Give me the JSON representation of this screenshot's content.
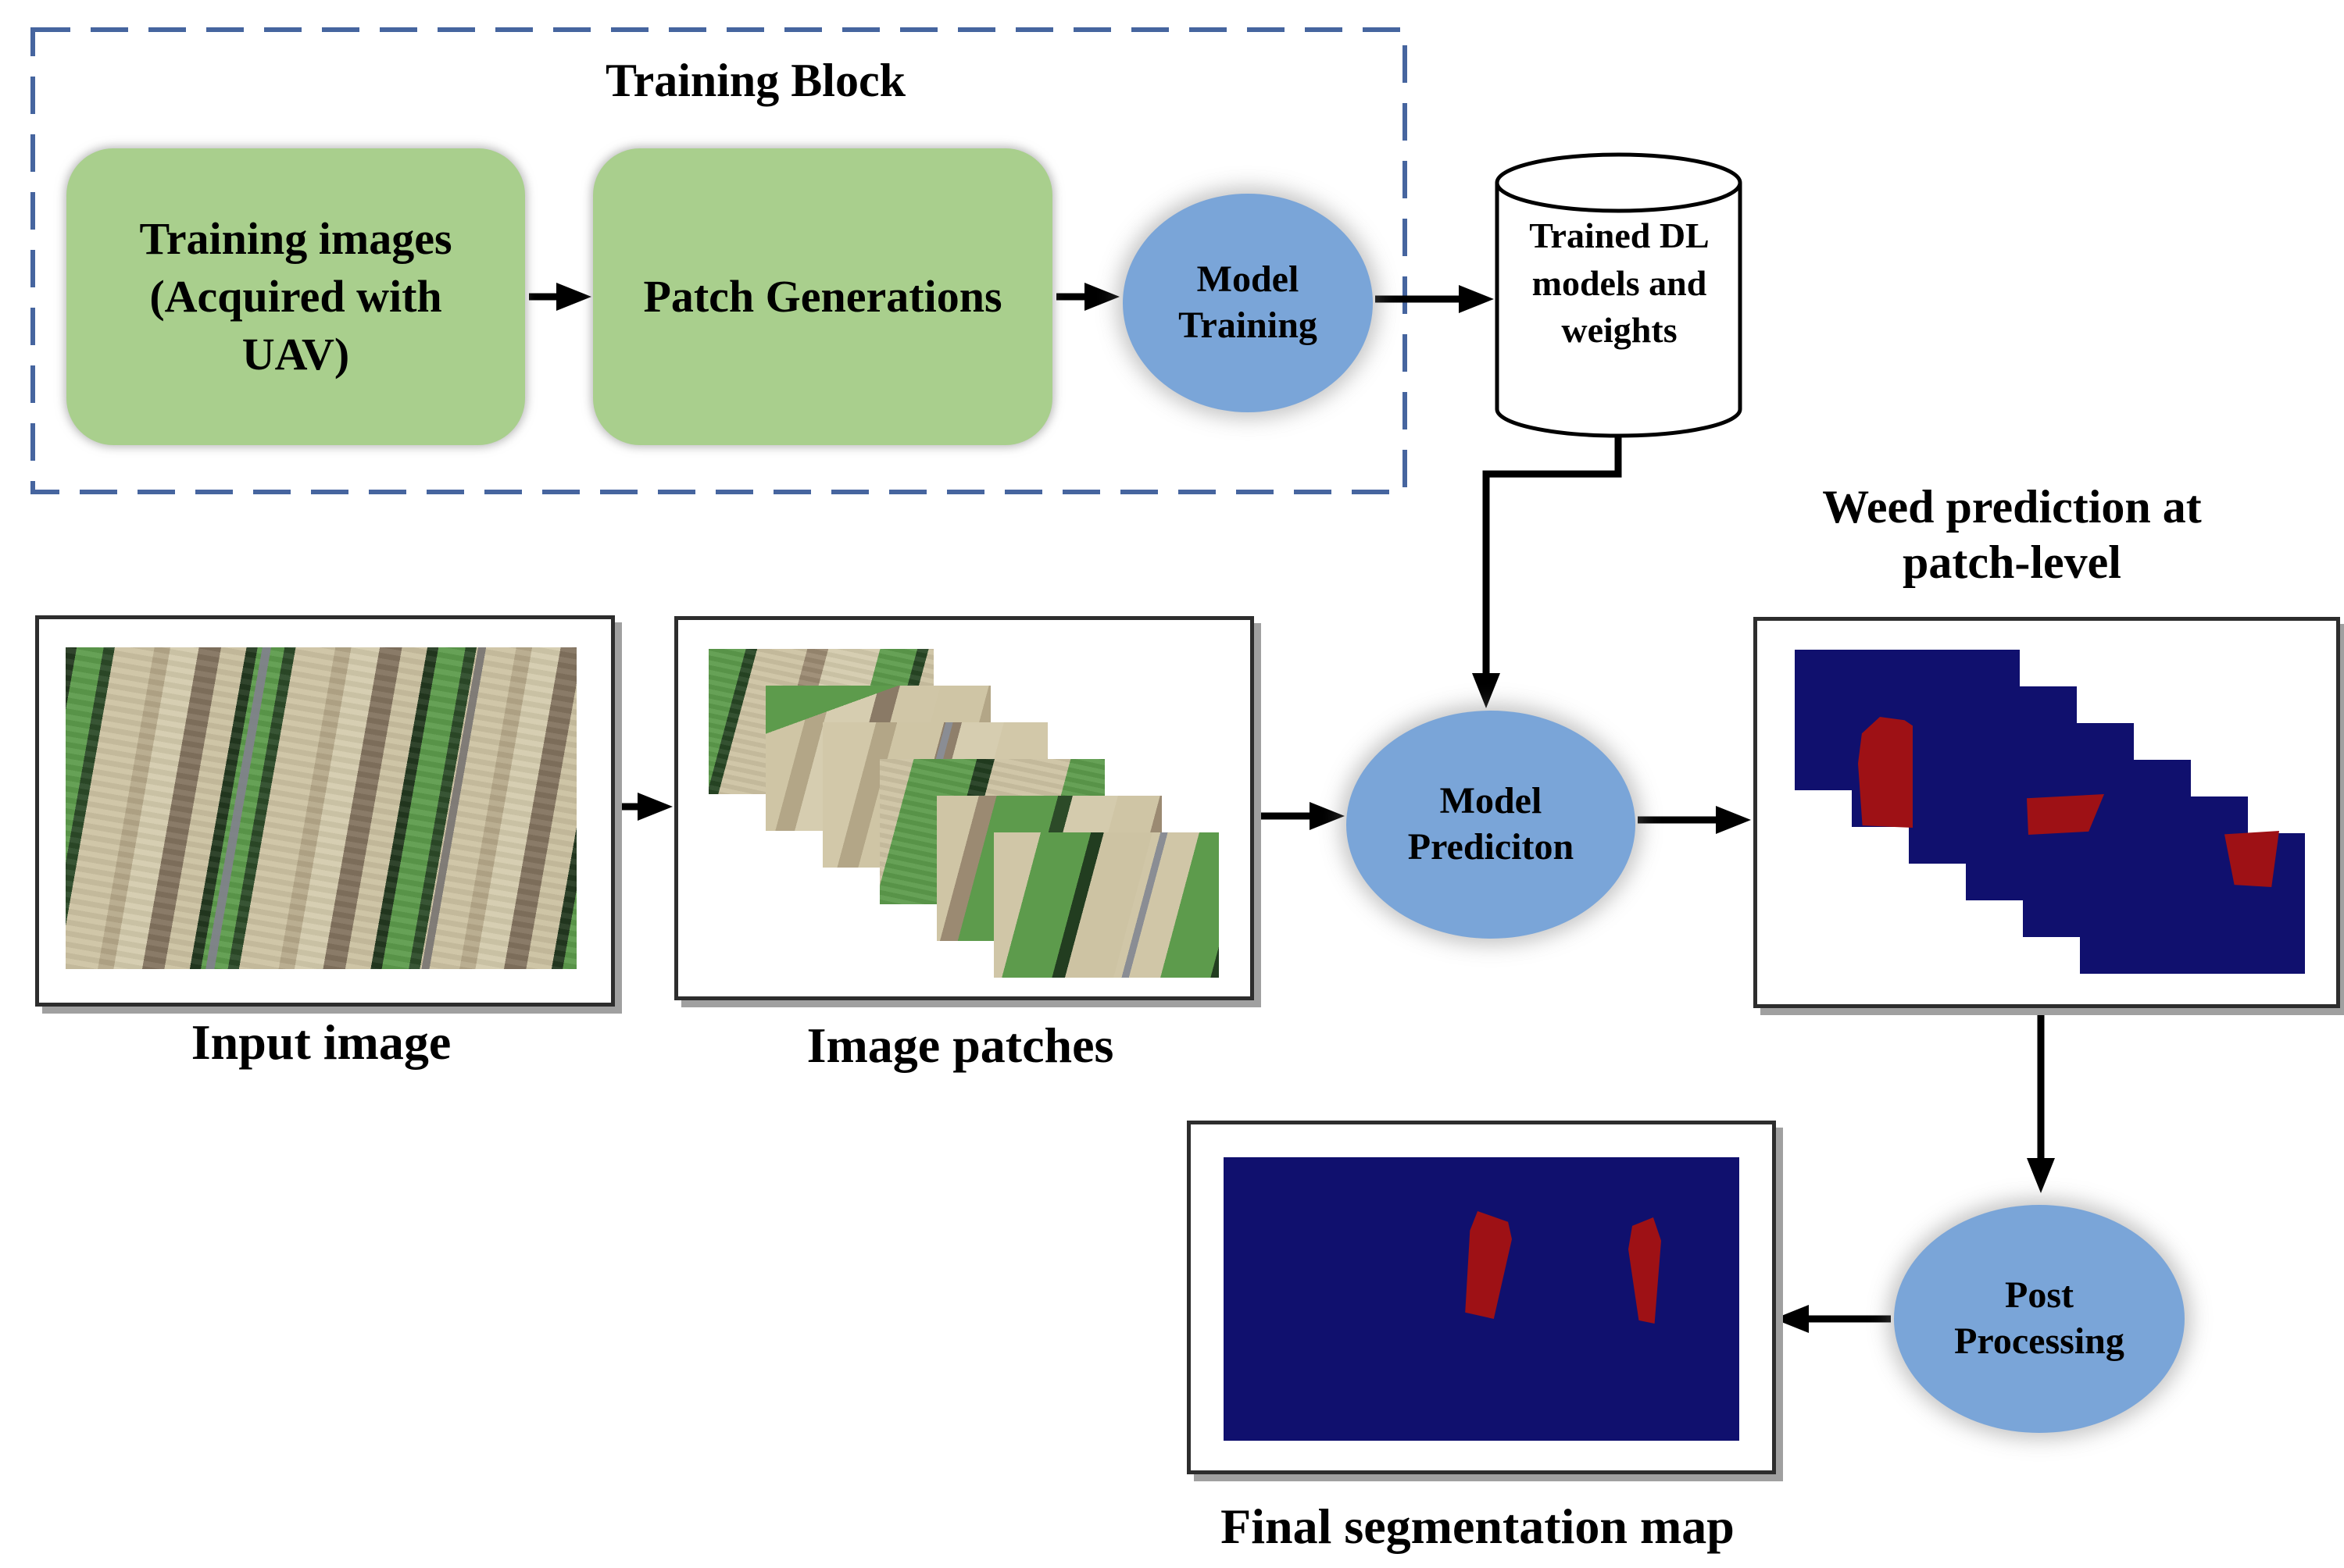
{
  "colors": {
    "green_box": "#a9cf8d",
    "node_blue": "#7aa5d8",
    "dashed_border": "#46659f",
    "weed_navy": "#10106e",
    "weed_red": "#9e1115",
    "panel_shadow": "#a0a0a0",
    "arrow": "#000000"
  },
  "training_block": {
    "title": "Training Block"
  },
  "nodes": {
    "training_images": {
      "label": "Training images (Acquired with UAV)"
    },
    "patch_generations": {
      "label": "Patch Generations"
    },
    "model_training": {
      "label": "Model Training"
    },
    "trained_db": {
      "label": "Trained DL models and weights"
    },
    "model_prediction": {
      "label": "Model Prediciton"
    },
    "post_processing": {
      "label": "Post Processing"
    }
  },
  "captions": {
    "input_image": "Input image",
    "image_patches": "Image patches",
    "weed_prediction": "Weed prediction at patch-level",
    "final_segmentation": "Final segmentation map"
  }
}
